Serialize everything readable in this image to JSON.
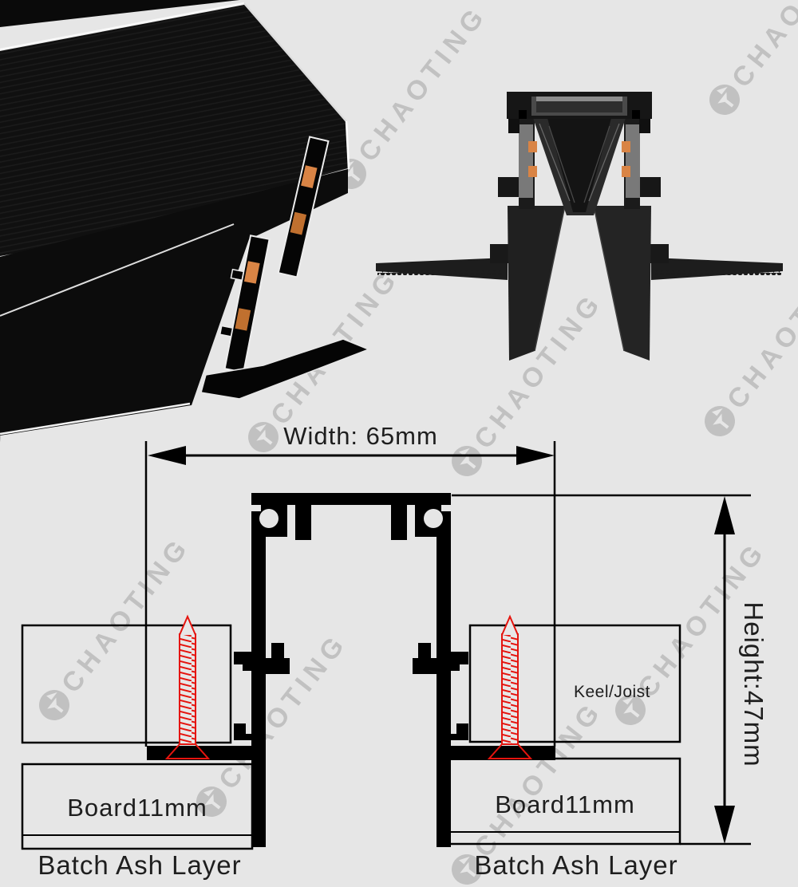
{
  "page": {
    "type": "product-infographic",
    "background_color": "#e6e6e6",
    "line_color": "#000000",
    "text_color": "#1e1e1e"
  },
  "watermark": {
    "text": "CHAOTING",
    "logo": "chaoting-circle-t-logo",
    "color": "#8f8f8f"
  },
  "photos": {
    "perspective_view": {
      "name": "recessed-magnetic-track-perspective-render",
      "body_color": "#0f0f0f",
      "edge_highlight_color": "#f5f5f5",
      "contact_color": "#d98445"
    },
    "section_view": {
      "name": "recessed-magnetic-track-cross-section-render",
      "body_color": "#1b1b1b",
      "contact_color": "#d98445"
    }
  },
  "diagram": {
    "width_label": "Width: 65mm",
    "height_label": "Height:47mm",
    "keel_label": "Keel/Joist",
    "board_label_left": "Board11mm",
    "board_label_right": "Board11mm",
    "batch_label_left": "Batch Ash Layer",
    "batch_label_right": "Batch Ash Layer",
    "screw_color": "#e5140e",
    "dimensions": {
      "width_mm": 65,
      "height_mm": 47,
      "board_mm": 11
    }
  }
}
